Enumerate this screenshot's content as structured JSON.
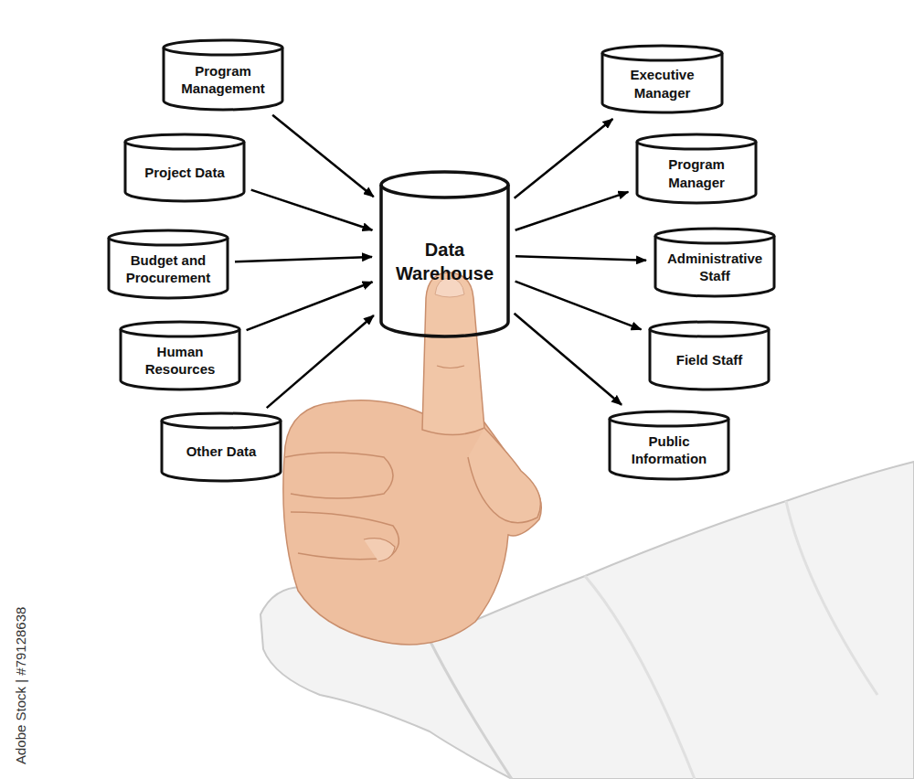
{
  "diagram": {
    "nodes": [
      {
        "text": [
          "Program Management"
        ]
      },
      {
        "text": [
          "Project Data"
        ]
      },
      {
        "text": [
          "Budget and Procurement"
        ]
      },
      {
        "text": [
          "Human Resources"
        ]
      },
      {
        "text": [
          "Other Data"
        ]
      },
      {
        "text": [
          "Data Warehouse"
        ]
      },
      {
        "text": [
          "Executive Manager"
        ]
      },
      {
        "text": [
          "Program Manager"
        ]
      },
      {
        "text": [
          "Administrative Staff"
        ]
      },
      {
        "text": [
          "Field Staff"
        ]
      },
      {
        "text": [
          "Public Information"
        ]
      }
    ],
    "edges": [
      {
        "from": 0,
        "to": 5,
        "arrow": "to"
      },
      {
        "from": 1,
        "to": 5,
        "arrow": "to"
      },
      {
        "from": 2,
        "to": 5,
        "arrow": "to"
      },
      {
        "from": 3,
        "to": 5,
        "arrow": "to"
      },
      {
        "from": 4,
        "to": 5,
        "arrow": "to"
      },
      {
        "from": 5,
        "to": 6,
        "arrow": "to"
      },
      {
        "from": 5,
        "to": 7,
        "arrow": "to"
      },
      {
        "from": 5,
        "to": 8,
        "arrow": "to"
      },
      {
        "from": 5,
        "to": 9,
        "arrow": "to"
      },
      {
        "from": 5,
        "to": 10,
        "arrow": "to"
      }
    ],
    "labels": [
      "Adobe Stock | #79128638"
    ]
  }
}
